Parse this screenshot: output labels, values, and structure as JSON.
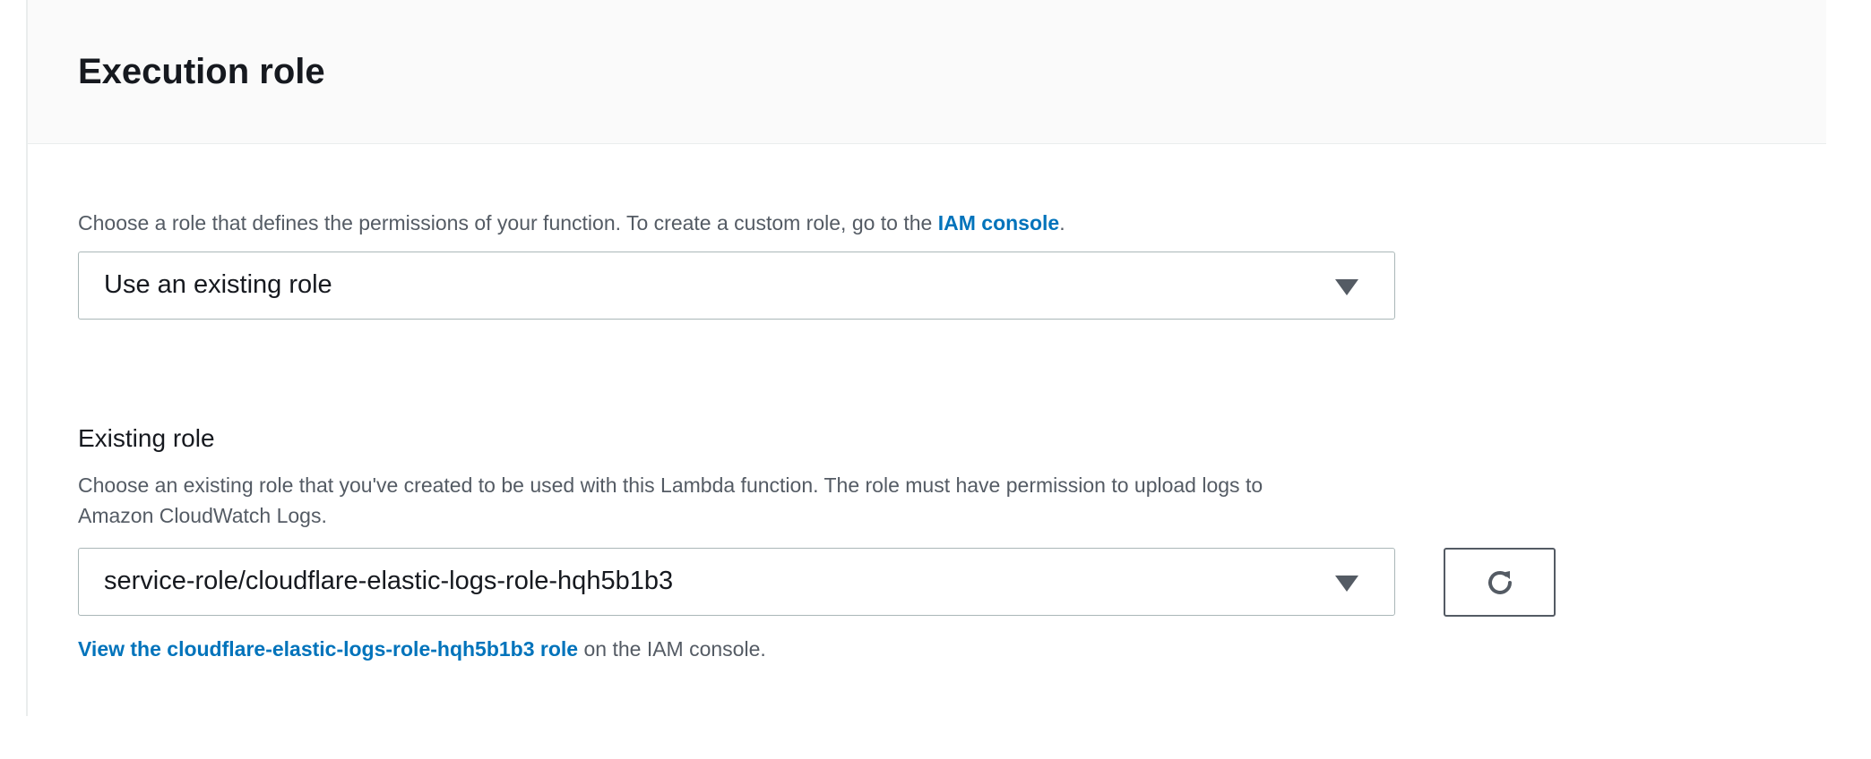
{
  "section": {
    "title": "Execution role",
    "description_prefix": "Choose a role that defines the permissions of your function. To create a custom role, go to the ",
    "description_link": "IAM console",
    "description_suffix": ".",
    "role_type_select": {
      "value": "Use an existing role",
      "icon": "caret-down-icon"
    }
  },
  "existing_role": {
    "label": "Existing role",
    "description_line1": "Choose an existing role that you've created to be used with this Lambda function. The role must have permission to upload logs to",
    "description_line2": "Amazon CloudWatch Logs.",
    "select": {
      "value": "service-role/cloudflare-elastic-logs-role-hqh5b1b3",
      "icon": "caret-down-icon"
    },
    "refresh_icon": "refresh-icon",
    "view_link": "View the cloudflare-elastic-logs-role-hqh5b1b3 role",
    "view_suffix": " on the IAM console."
  },
  "colors": {
    "link": "#0073bb",
    "header_bg": "#fafafa",
    "muted_text": "#545b64"
  }
}
